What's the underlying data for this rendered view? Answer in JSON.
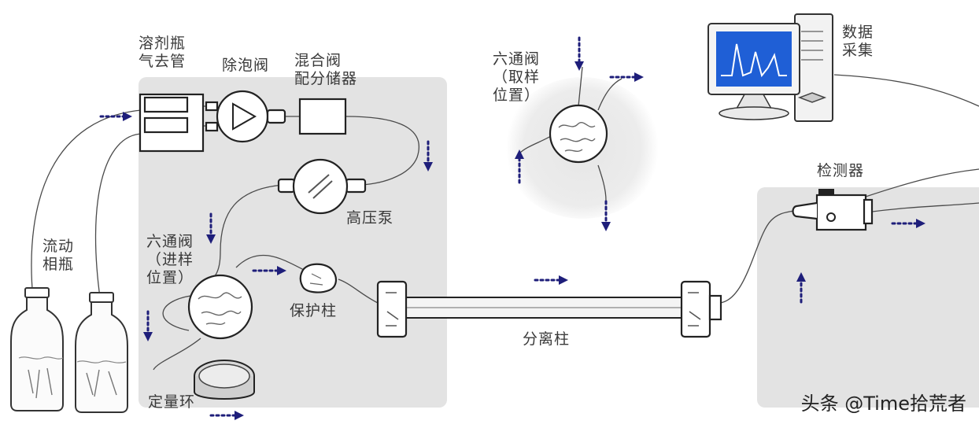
{
  "labels": {
    "mobile_phase_filter": "溶剂瓶\n气去管",
    "degasser": "除泡阀",
    "mixer": "混合阀\n配分储器",
    "high_pressure_pump": "高压泵",
    "six_port_valve_inject": "六通阀\n（进样\n位置）",
    "six_port_valve_load": "六通阀\n（取样\n位置）",
    "solvent_bottles": "流动\n相瓶",
    "sample_loop": "定量环",
    "guard_column": "保护柱",
    "column": "分离柱",
    "detector": "检测器",
    "data_system": "数据\n采集"
  },
  "watermark": "头条 @Time拾荒者",
  "colors": {
    "arrow": "#1e1e7a",
    "panel": "#e3e3e3",
    "screen": "#1f5fd6",
    "peak": "#ffffff"
  },
  "icons": [
    "solvent-bottle-icon",
    "pump-icon",
    "valve-icon",
    "column-icon",
    "detector-icon",
    "computer-icon",
    "flow-arrow-icon"
  ]
}
